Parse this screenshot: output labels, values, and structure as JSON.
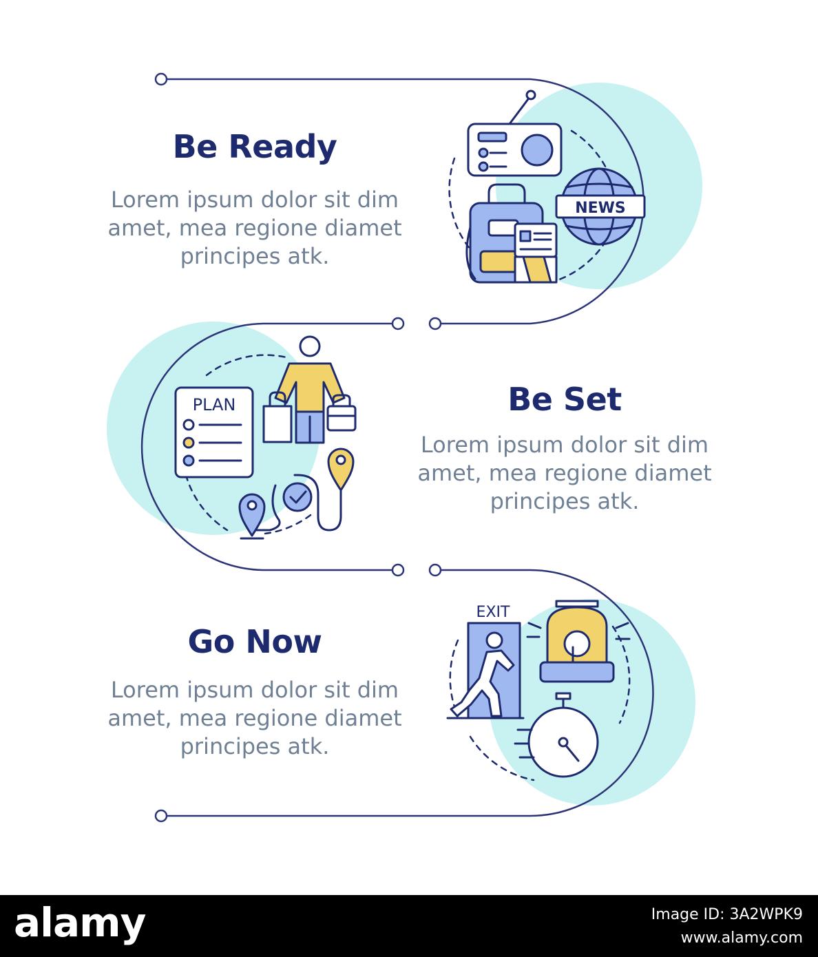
{
  "steps": [
    {
      "title": "Be Ready",
      "description": "Lorem ipsum dolor sit dim amet, mea regione diamet principes atk.",
      "icons": [
        "radio-icon",
        "backpack-icon",
        "id-card-icon",
        "news-globe-icon"
      ],
      "icon_labels": {
        "news": "NEWS"
      }
    },
    {
      "title": "Be Set",
      "description": "Lorem ipsum dolor sit dim amet, mea regione diamet principes atk.",
      "icons": [
        "plan-list-icon",
        "person-with-bags-icon",
        "route-map-icon",
        "checkmark-icon"
      ],
      "icon_labels": {
        "plan": "PLAN"
      }
    },
    {
      "title": "Go Now",
      "description": "Lorem ipsum dolor sit dim amet, mea regione diamet principes atk.",
      "icons": [
        "exit-door-icon",
        "running-person-icon",
        "alarm-siren-icon",
        "stopwatch-icon"
      ],
      "icon_labels": {
        "exit": "EXIT"
      }
    }
  ],
  "colors": {
    "line": "#2c3478",
    "title": "#1e2a6e",
    "text": "#6f7f94",
    "accent_circle": "#c8f2f2",
    "icon_blue": "#9fb8f0",
    "icon_yellow": "#f2d26b",
    "icon_outline": "#1e2a6e"
  },
  "watermark": {
    "brand": "alamy",
    "image_id": "Image ID: 3A2WPK9",
    "site": "www.alamy.com"
  }
}
